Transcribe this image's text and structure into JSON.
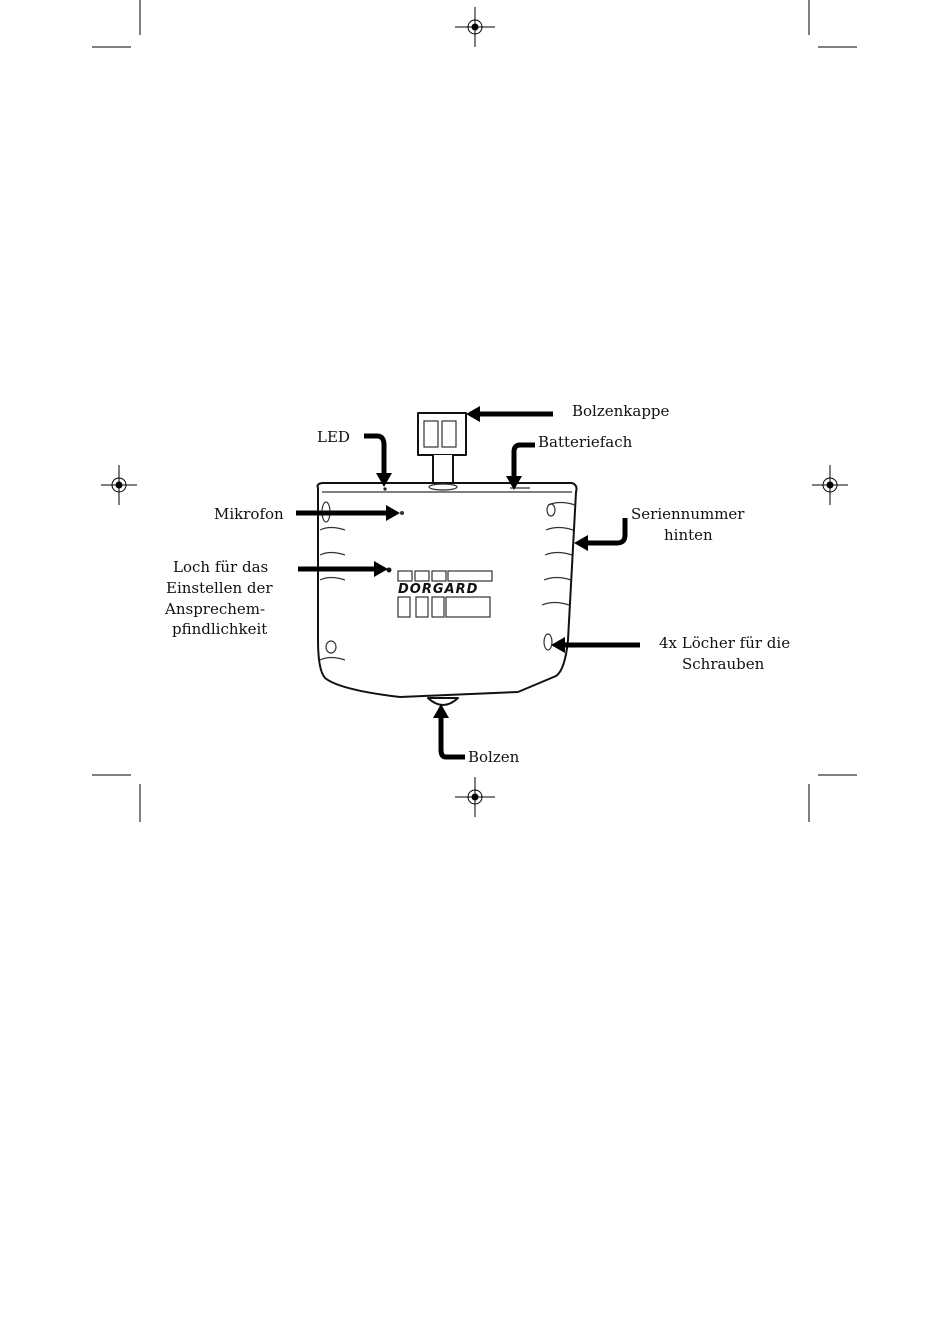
{
  "labels": {
    "bolzenkappe": "Bolzenkappe",
    "led": "LED",
    "batteriefach": "Batteriefach",
    "mikrofon": "Mikrofon",
    "seriennummer_line1": "Seriennummer",
    "seriennummer_line2": "hinten",
    "loch_line1": "Loch für das",
    "loch_line2": "Einstellen der",
    "loch_line3": "Ansprechem-",
    "loch_line4": "pfindlichkeit",
    "schrauben_line1": "4x Löcher für die",
    "schrauben_line2": "Schrauben",
    "bolzen": "Bolzen"
  },
  "device": {
    "logo": "DORGARD"
  }
}
